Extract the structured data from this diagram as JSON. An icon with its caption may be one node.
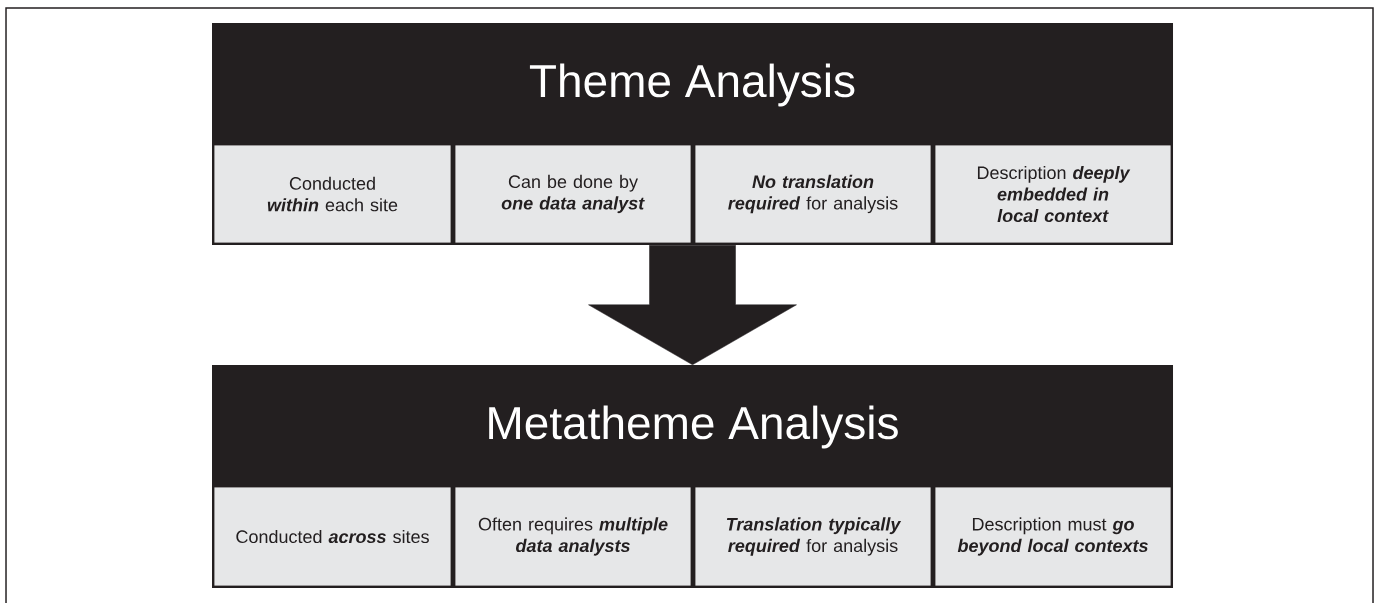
{
  "diagram": {
    "nodes": [
      {
        "text": [
          "Theme Analysis"
        ]
      },
      {
        "text": [
          "Conducted **within** each site"
        ],
        "in": 0
      },
      {
        "text": [
          "Can be done by **one data analyst**"
        ],
        "in": 0
      },
      {
        "text": [
          "**No translation required** for analysis"
        ],
        "in": 0
      },
      {
        "text": [
          "Description **deeply embedded in local context**"
        ],
        "in": 0
      },
      {
        "text": [
          "Metatheme Analysis"
        ]
      },
      {
        "text": [
          "Conducted **across** sites"
        ],
        "in": 5
      },
      {
        "text": [
          "Often requires **multiple data analysts**"
        ],
        "in": 5
      },
      {
        "text": [
          "**Translation typically required** for analysis"
        ],
        "in": 5
      },
      {
        "text": [
          "Description must **go beyond local contexts**"
        ],
        "in": 5
      }
    ],
    "edges": [
      {
        "from": 0,
        "to": 5,
        "arrow": "to"
      }
    ]
  }
}
